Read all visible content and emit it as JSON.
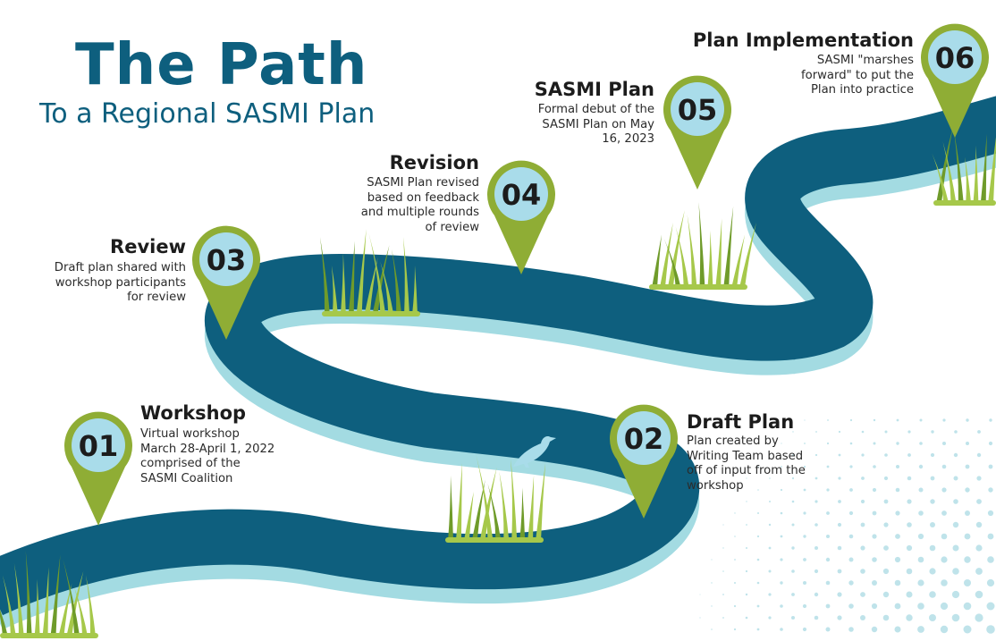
{
  "title": {
    "main": "The Path",
    "sub": "To a Regional SASMI Plan"
  },
  "colors": {
    "river": "#0e5f7e",
    "river_shadow": "#a3dbe2",
    "pin_green": "#8fad35",
    "pin_face": "#a9dcea",
    "grass_light": "#a6c84a",
    "grass_dark": "#6f9b2a",
    "title": "#0e5f7e",
    "dots": "#bfe3ea",
    "bird": "#a9dcea"
  },
  "steps": [
    {
      "number": "01",
      "title": "Workshop",
      "description": [
        "Virtual workshop",
        "March 28-April 1, 2022",
        "comprised of the",
        "SASMI Coalition"
      ]
    },
    {
      "number": "02",
      "title": "Draft Plan",
      "description": [
        "Plan created by",
        "Writing Team based",
        "off of input from the",
        "workshop"
      ]
    },
    {
      "number": "03",
      "title": "Review",
      "description": [
        "Draft plan shared with",
        "workshop participants",
        "for review"
      ]
    },
    {
      "number": "04",
      "title": "Revision",
      "description": [
        "SASMI Plan revised",
        "based on feedback",
        "and multiple rounds",
        "of review"
      ]
    },
    {
      "number": "05",
      "title": "SASMI Plan",
      "description": [
        "Formal debut of the",
        "SASMI Plan on May",
        "16, 2023"
      ]
    },
    {
      "number": "06",
      "title": "Plan Implementation",
      "description": [
        "SASMI \"marshes",
        "forward\" to put the",
        "Plan into practice"
      ]
    }
  ],
  "icons": {
    "pin": "map-pin-icon",
    "grass": "marsh-grass-icon",
    "bird": "bird-icon"
  }
}
